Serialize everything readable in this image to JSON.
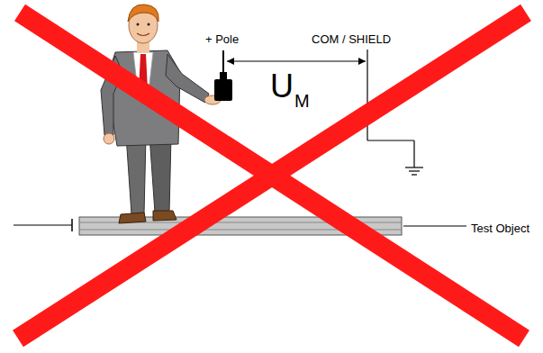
{
  "diagram": {
    "labels": [
      "+ Pole",
      "COM / SHIELD",
      "U",
      "M",
      "Test Object"
    ]
  }
}
